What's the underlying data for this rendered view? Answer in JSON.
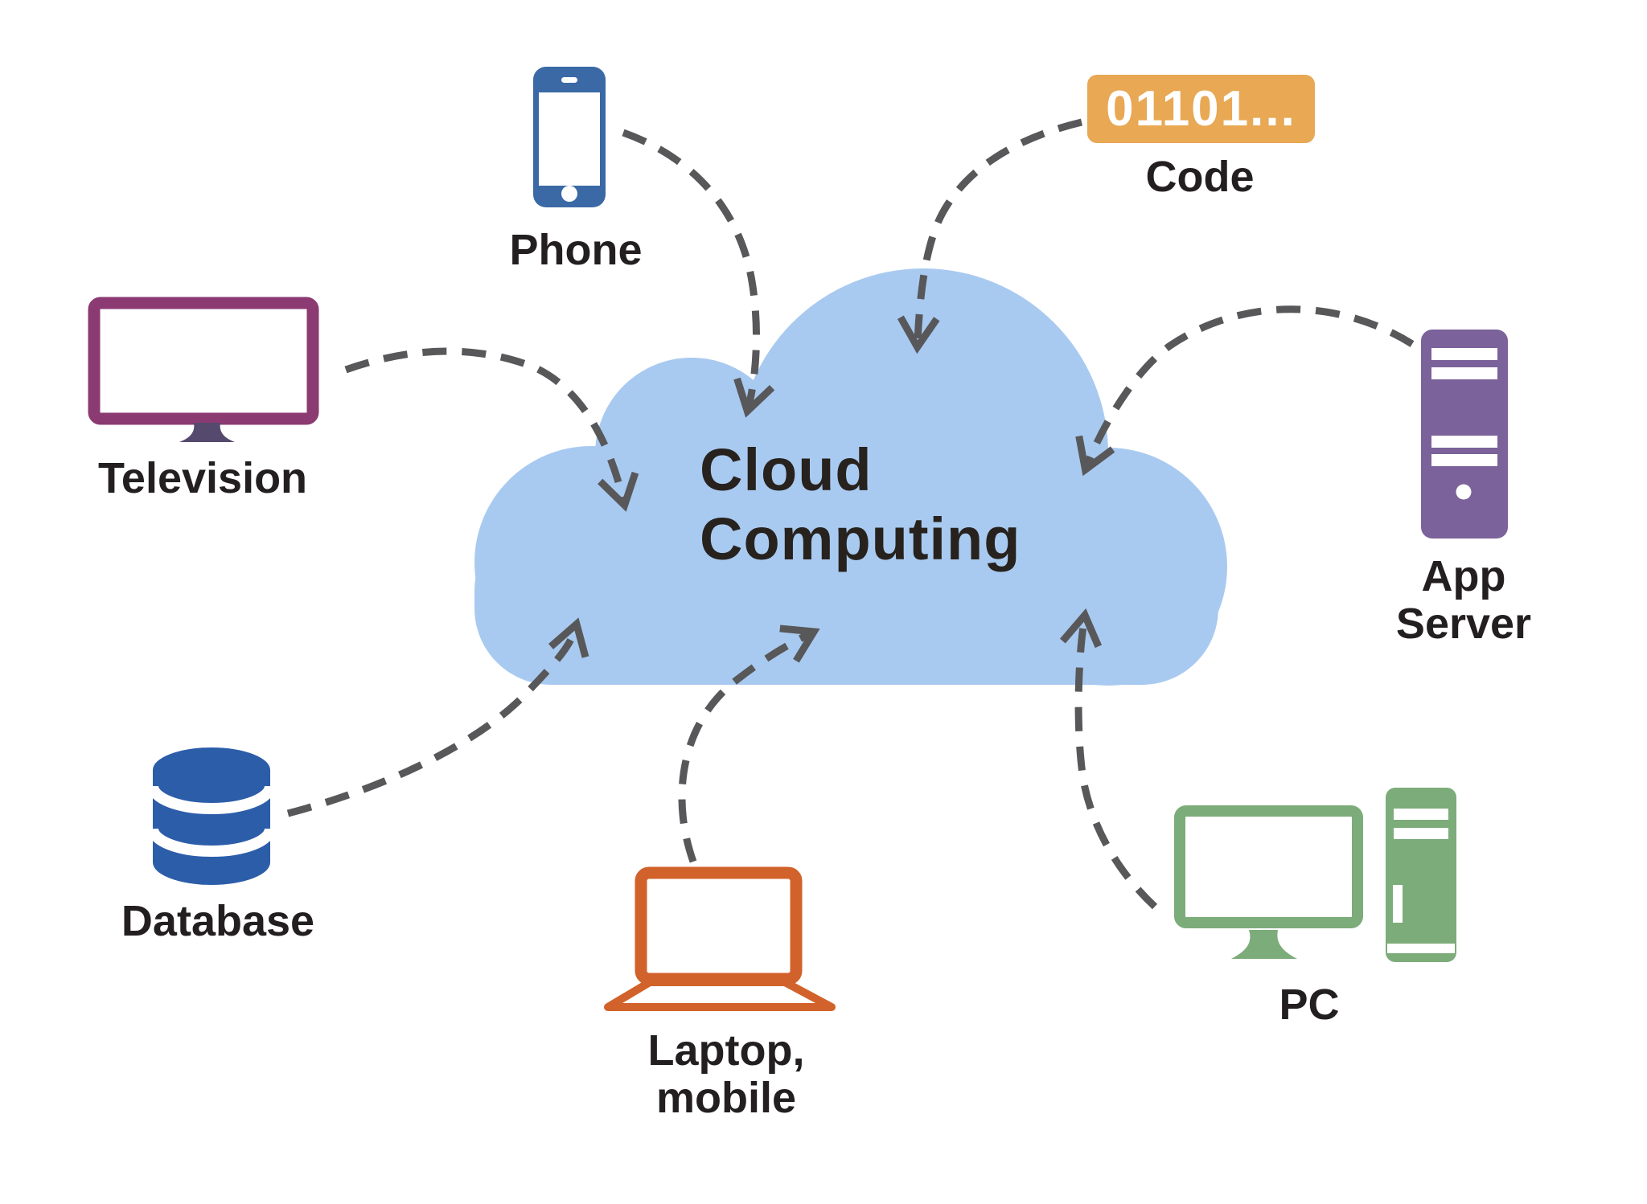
{
  "cloud": {
    "title_line1": "Cloud",
    "title_line2": "Computing"
  },
  "nodes": {
    "phone": {
      "label": "Phone"
    },
    "code": {
      "box_text": "01101...",
      "label": "Code"
    },
    "television": {
      "label": "Television"
    },
    "app_server": {
      "label_line1": "App",
      "label_line2": "Server"
    },
    "database": {
      "label": "Database"
    },
    "laptop": {
      "label_line1": "Laptop,",
      "label_line2": "mobile"
    },
    "pc": {
      "label": "PC"
    }
  },
  "colors": {
    "cloud_fill": "#A9CAF0",
    "cloud_text": "#27221E",
    "label_text": "#231F20",
    "arrow": "#58585A",
    "phone": "#3A69A6",
    "code_box": "#E8A854",
    "code_text": "#FFFFFF",
    "television": "#8B3A72",
    "television_stand": "#55496E",
    "app_server": "#7B629A",
    "database": "#2C5DA9",
    "laptop": "#D2622B",
    "pc": "#7CAC79"
  }
}
